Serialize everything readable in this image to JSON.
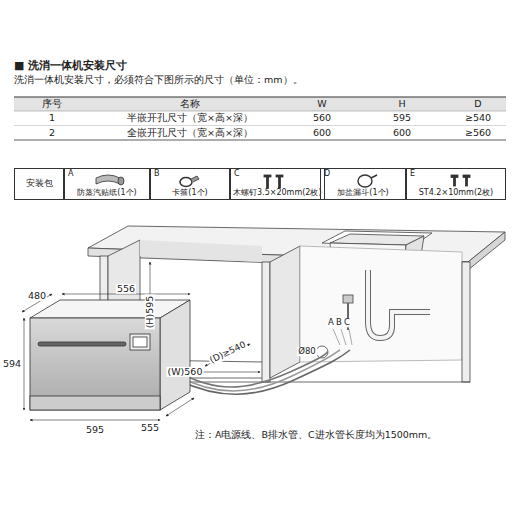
{
  "diagram": {
    "title": "■ 洗消一体机安装尺寸",
    "nodes": [
      {
        "text": [
          "安装包"
        ]
      },
      {
        "text": [
          "A",
          "防蒸汽贴纸(1个)"
        ]
      },
      {
        "text": [
          "B",
          "卡箍(1个)"
        ]
      },
      {
        "text": [
          "C",
          "木螺钉3.5×20mm(2枚)"
        ]
      },
      {
        "text": [
          "D",
          "加盐漏斗(1个)"
        ]
      },
      {
        "text": [
          "E",
          "ST4.2×10mm(2枚)"
        ]
      }
    ],
    "labels": [
      "洗消一体机安装尺寸，必须符合下图所示的尺寸（单位：mm）。",
      "序号",
      "名称",
      "W",
      "H",
      "D",
      "1",
      "半嵌开孔尺寸（宽×高×深）",
      "560",
      "595",
      "≥540",
      "2",
      "全嵌开孔尺寸（宽×高×深）",
      "600",
      "600",
      "≥560",
      "480",
      "556",
      "594",
      "595",
      "555",
      "(H)595",
      "(D)≥540",
      "(W)560",
      "A",
      "B",
      "C",
      "Ø80",
      "注：A电源线、B排水管、C进水管长度均为1500mm。"
    ]
  }
}
